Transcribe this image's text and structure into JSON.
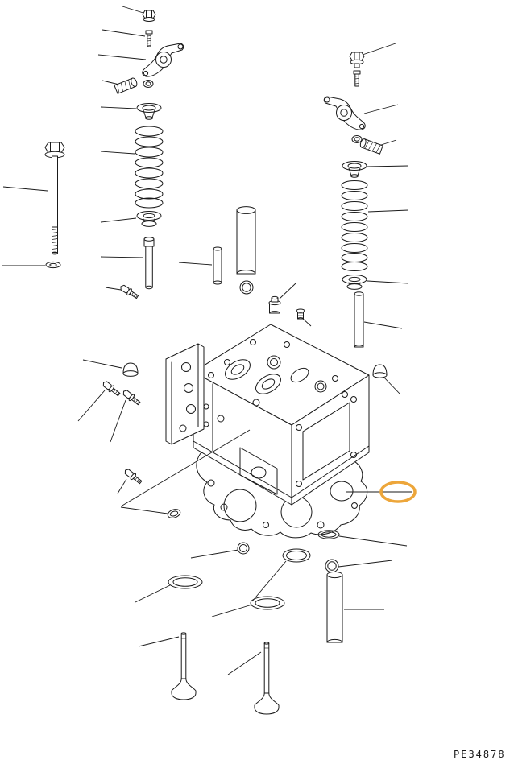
{
  "page": {
    "background": "#ffffff",
    "footer_code": "PE34878"
  },
  "diagram": {
    "type": "exploded-parts-diagram",
    "subject": "engine cylinder head assembly",
    "line_color": "#1a1a1a",
    "highlight_color": "#eda63a",
    "highlighted_part": "head-gasket-callout",
    "parts": [
      "hex-nut",
      "set-screw-left",
      "rocker-arm-left",
      "valve-cotter-left",
      "adjusting-cylinder-left",
      "spring-retainer-left",
      "valve-spring-left",
      "spring-seat-left",
      "valve-guide-left",
      "cylinder-head-bolt",
      "flat-washer",
      "small-screw",
      "valve-guide-center",
      "cap-cylinder",
      "o-ring-center",
      "valve-stem-seal",
      "small-plug",
      "hex-bolt-right",
      "set-screw-right",
      "rocker-arm-right",
      "valve-cotter-right",
      "adjusting-cylinder-right",
      "spring-retainer-right",
      "valve-spring-right",
      "spring-seat-right",
      "valve-guide-right",
      "cylinder-head-body",
      "side-bracket",
      "dome-plug-left",
      "dome-plug-right",
      "mount-bolt-a",
      "mount-bolt-b",
      "mount-bolt-c",
      "cup-plug",
      "head-gasket",
      "o-ring-small",
      "o-ring-large",
      "o-ring-upper",
      "o-ring-lower",
      "sleeve-tube",
      "valve-seat-left",
      "valve-seat-right",
      "valve-left",
      "valve-right"
    ]
  }
}
